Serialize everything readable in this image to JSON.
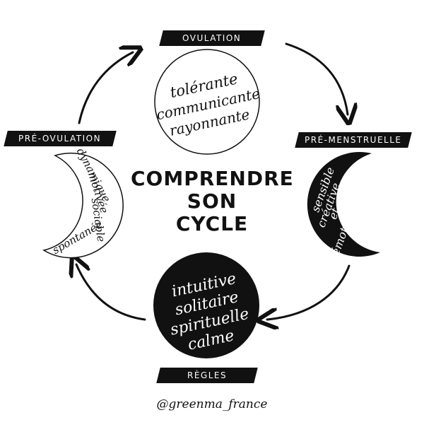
{
  "title_lines": [
    "COMPRENDRE",
    "SON",
    "CYCLE"
  ],
  "phases": {
    "ovulation": {
      "label": "OVULATION",
      "words": [
        "tolérante",
        "communicante",
        "rayonnante"
      ]
    },
    "pre_menstruelle": {
      "label": "PRÉ-MENSTRUELLE",
      "words": [
        "sensible",
        "créative",
        "et",
        "émotive"
      ]
    },
    "regles": {
      "label": "RÈGLES",
      "words": [
        "intuitive",
        "solitaire",
        "spirituelle",
        "calme"
      ]
    },
    "pre_ovulation": {
      "label": "PRÉ-OVULATION",
      "words": [
        "dynamique",
        "motivée",
        "sociable",
        "spontanée"
      ]
    }
  },
  "credit": "@greenma_france",
  "colors": {
    "ink": "#111111",
    "paper": "#ffffff"
  },
  "icons": [
    "full-moon-icon",
    "waning-crescent-moon-icon",
    "new-moon-icon",
    "waxing-crescent-moon-icon",
    "cycle-arrow-icon"
  ]
}
